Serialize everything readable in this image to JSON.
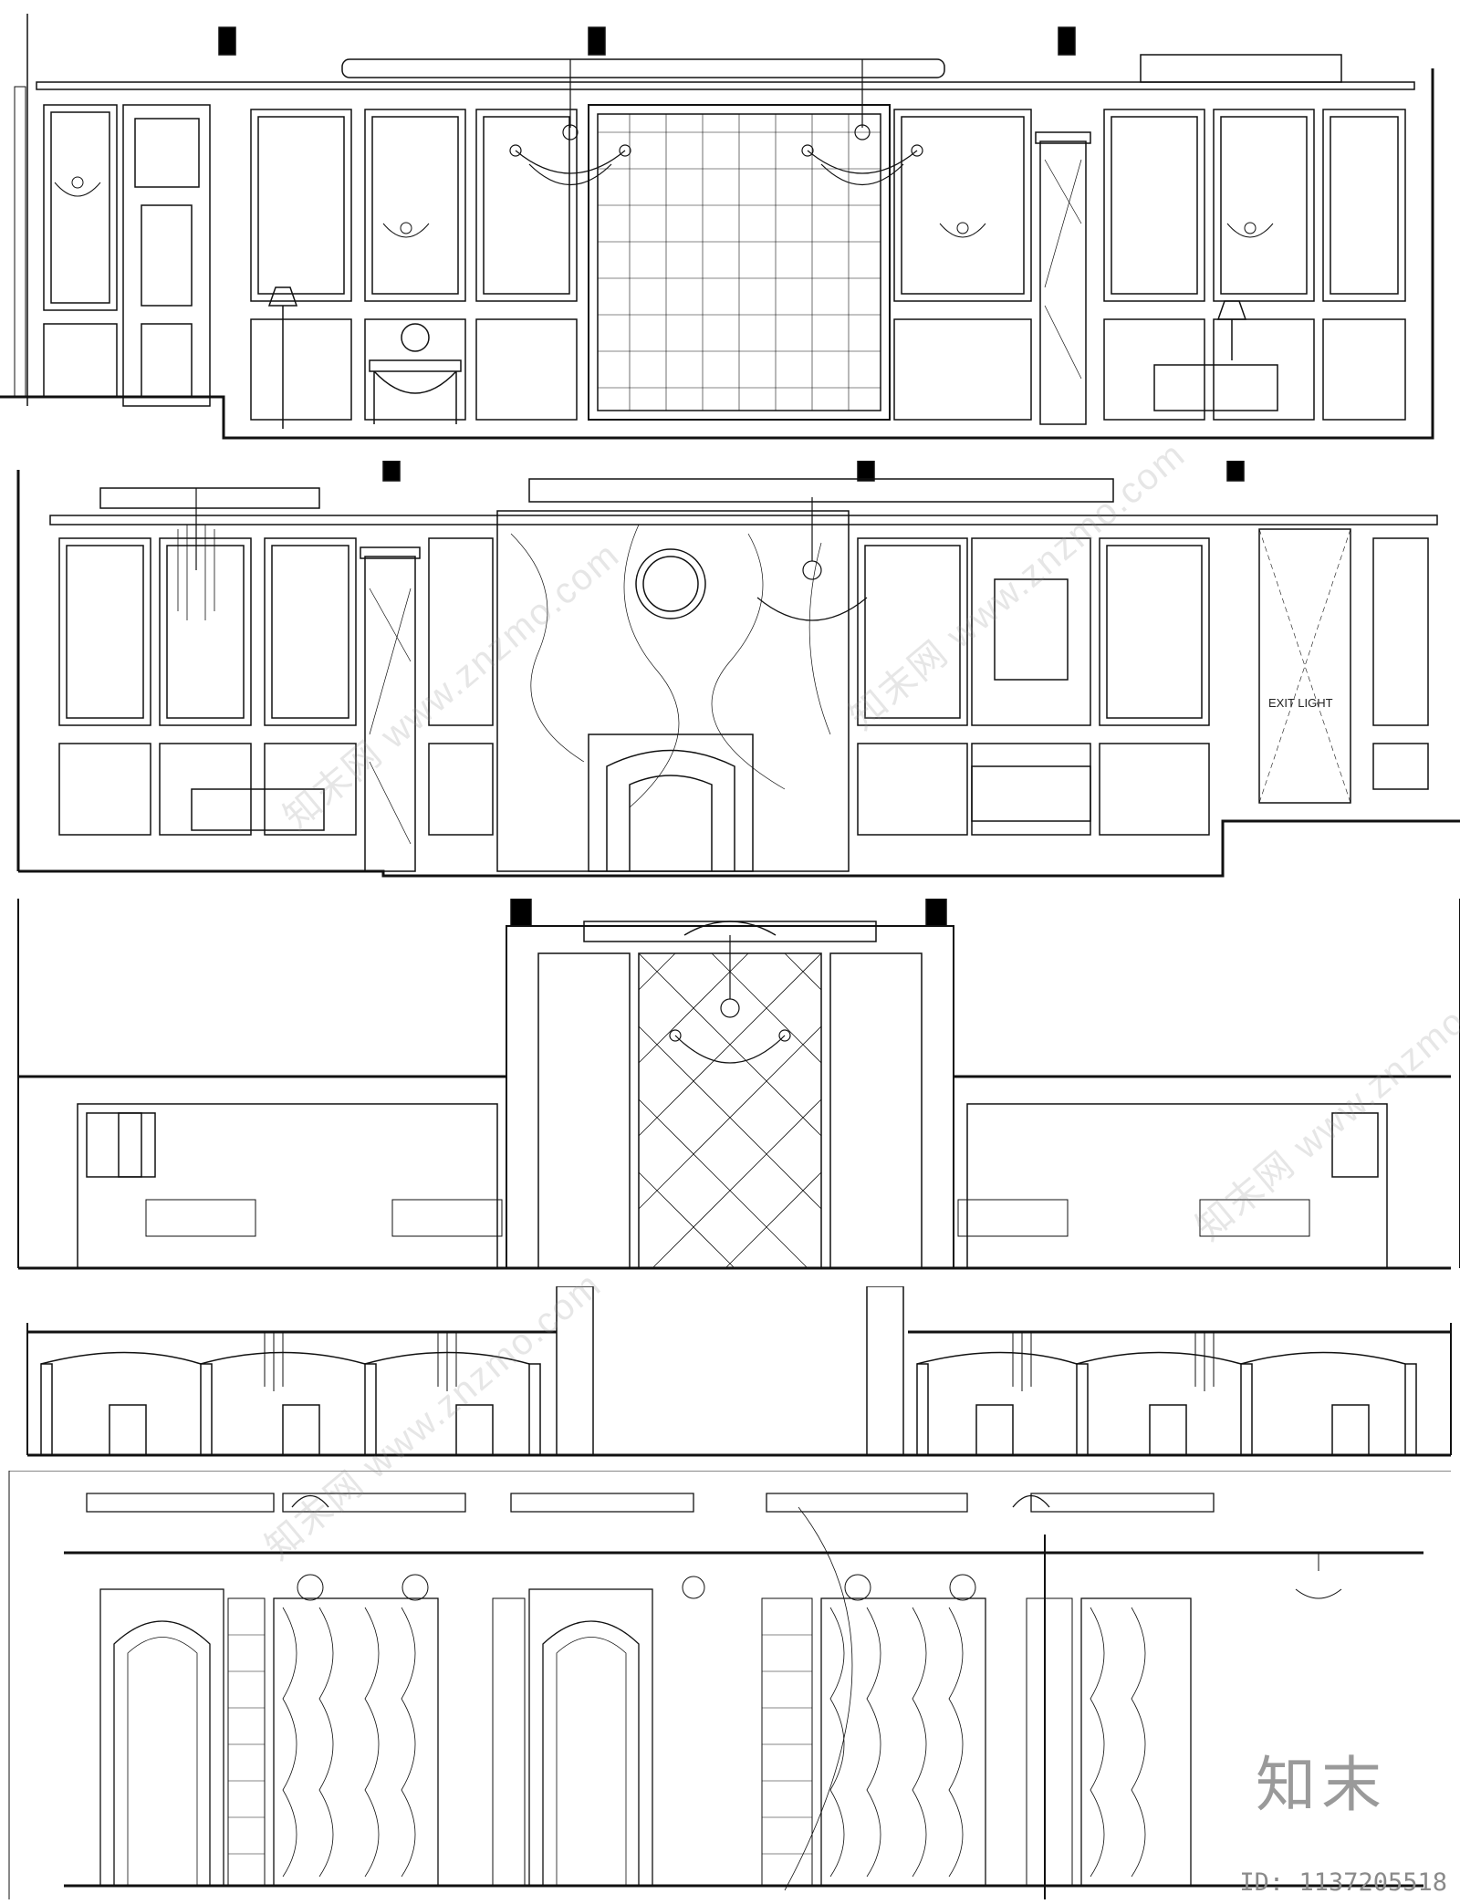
{
  "drawing": {
    "panel_labels": {
      "exit": "EXIT LIGHT"
    }
  },
  "watermarks": {
    "text": "知末网 www.znzmo.com"
  },
  "footer": {
    "brand": "知末",
    "id": "ID: 1137205518"
  },
  "colors": {
    "line": "#111111",
    "fill": "#ffffff",
    "poche": "#000000",
    "watermark": "#8c8c8c"
  }
}
